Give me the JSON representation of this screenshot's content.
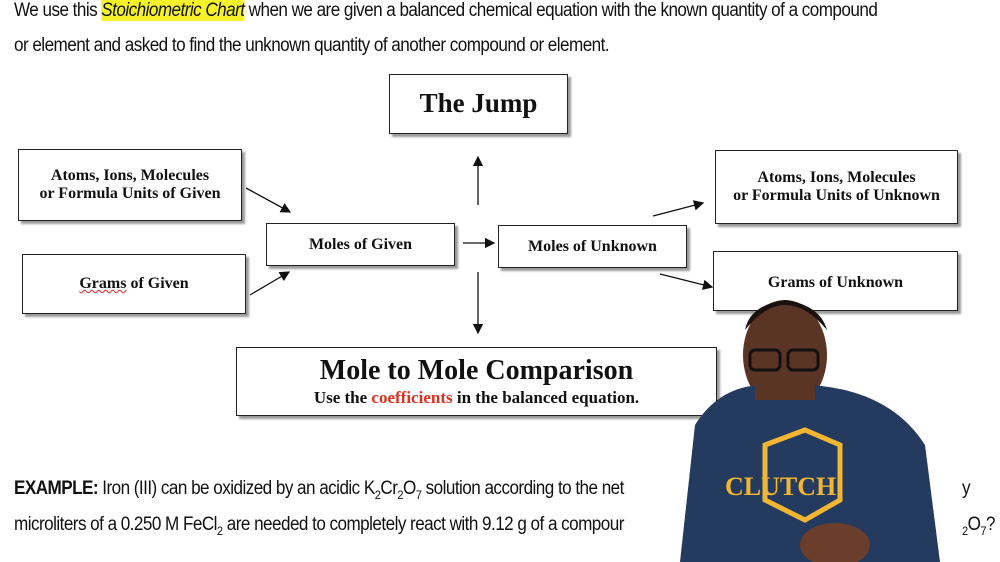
{
  "intro": {
    "prefix": "We use this ",
    "highlight": "Stoichiometric Chart",
    "suffix": " when we are given a balanced chemical equation with the known quantity of a compound",
    "line2": "or element and asked to find the unknown quantity of another compound or element."
  },
  "diagram": {
    "jump": "The Jump",
    "atoms_given_1": "Atoms, Ions, Molecules",
    "atoms_given_2": "or Formula Units of Given",
    "grams_given_word": "Grams",
    "grams_given_rest": " of Given",
    "moles_given": "Moles of Given",
    "moles_unknown": "Moles of Unknown",
    "atoms_unknown_1": "Atoms, Ions, Molecules",
    "atoms_unknown_2": "or Formula Units of Unknown",
    "grams_unknown": "Grams of Unknown",
    "comparison_title": "Mole to Mole Comparison",
    "comparison_pre": "Use the ",
    "comparison_key": "coefficients",
    "comparison_post": " in the balanced equation.",
    "accent_color": "#e0301e"
  },
  "example": {
    "label": "EXAMPLE:",
    "line1_a": " Iron (III) can be oxidized by an acidic K",
    "line1_b": "Cr",
    "line1_c": "O",
    "line1_d": " solution according to the net",
    "line1_end": "y",
    "line2_a": "microliters of a 0.250 M FeCl",
    "line2_b": " are needed to completely react with 9.12 g of a compour",
    "line2_end": "O",
    "line2_q": "?"
  },
  "presenter": {
    "shirt_logo": "CLUTCH"
  }
}
